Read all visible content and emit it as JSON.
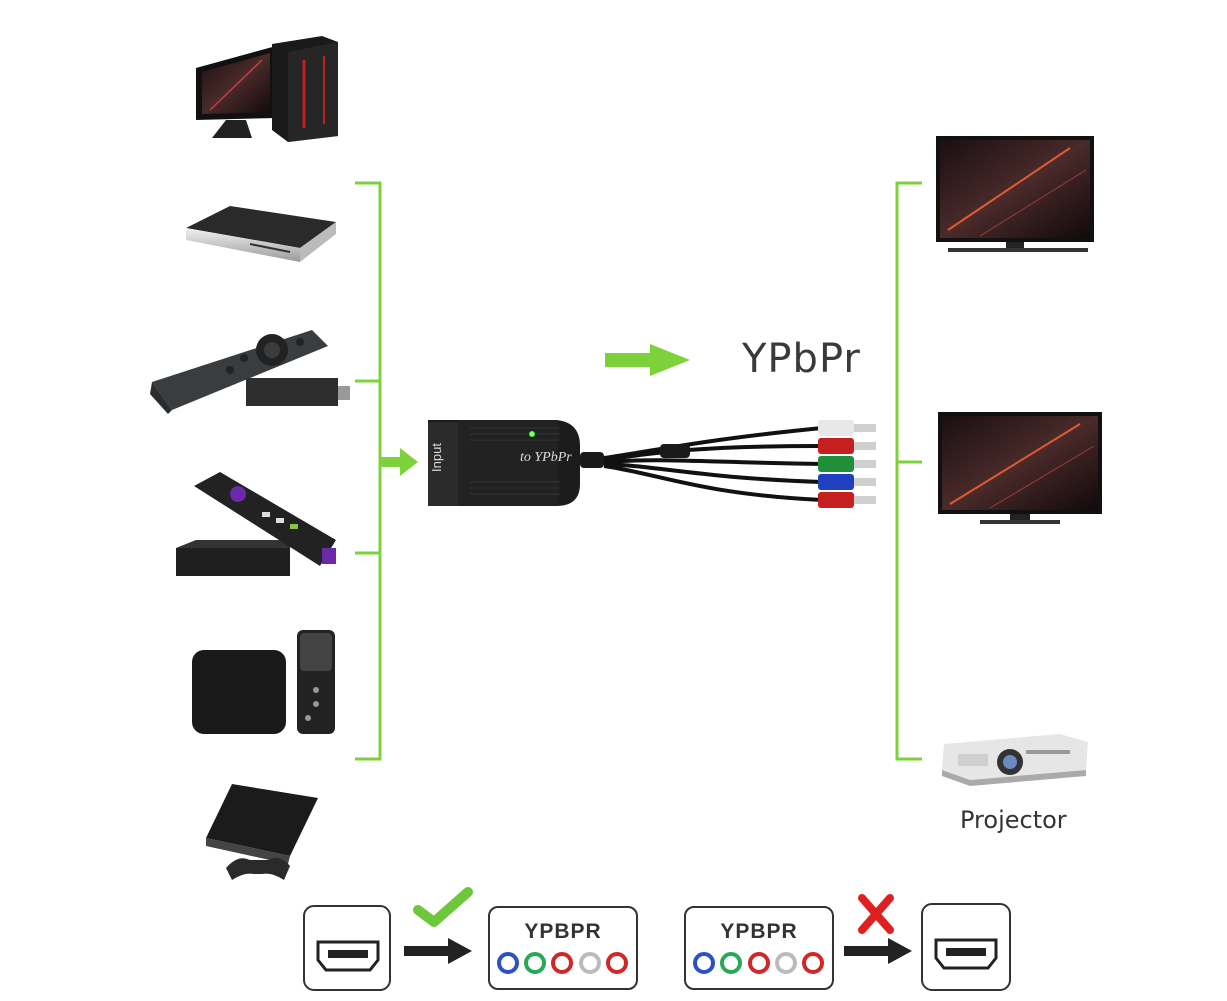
{
  "labels": {
    "output_format": "YPbPr",
    "projector": "Projector",
    "device_text": "to YPbPr",
    "device_input": "Input"
  },
  "compatibility": {
    "supported_target": "YPBPR",
    "unsupported_source": "YPBPR",
    "supported_mark": "check-icon",
    "unsupported_mark": "cross-icon"
  },
  "colors": {
    "accent_green": "#7dd13a",
    "check_green": "#6cc83a",
    "cross_red": "#e02020",
    "device_black": "#1c1c1c"
  },
  "icons": {
    "sources": [
      "desktop-pc-icon",
      "dvd-player-icon",
      "fire-tv-stick-icon",
      "roku-box-icon",
      "apple-tv-icon",
      "playstation-icon"
    ],
    "outputs": [
      "tv-icon",
      "monitor-icon",
      "projector-icon"
    ]
  }
}
